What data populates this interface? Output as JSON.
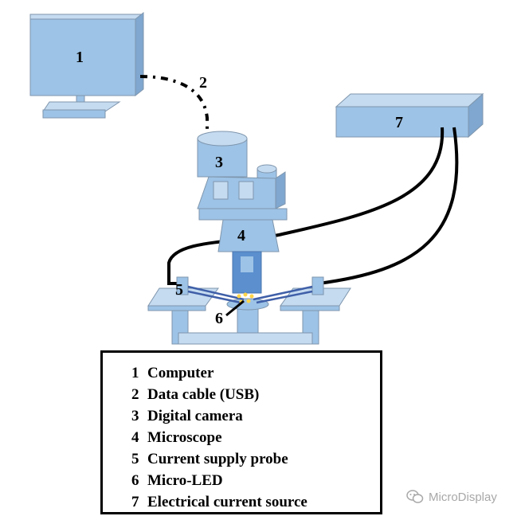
{
  "labels": {
    "computer": "1",
    "cable": "2",
    "camera": "3",
    "microscope": "4",
    "probe": "5",
    "led": "6",
    "source": "7"
  },
  "legend": {
    "items": [
      {
        "num": "1",
        "text": "Computer"
      },
      {
        "num": "2",
        "text": "Data cable (USB)"
      },
      {
        "num": "3",
        "text": "Digital camera"
      },
      {
        "num": "4",
        "text": "Microscope"
      },
      {
        "num": "5",
        "text": "Current supply probe"
      },
      {
        "num": "6",
        "text": "Micro-LED"
      },
      {
        "num": "7",
        "text": "Electrical current source"
      }
    ]
  },
  "watermark": {
    "text": "MicroDisplay"
  },
  "colors": {
    "front": "#9dc3e6",
    "side": "#7fa7cf",
    "top": "#c5dbf0",
    "outline": "#7f96ad",
    "beam": "#5b8fce",
    "probe_wire": "#3f5fa8",
    "led_dot": "#ffd54a"
  }
}
